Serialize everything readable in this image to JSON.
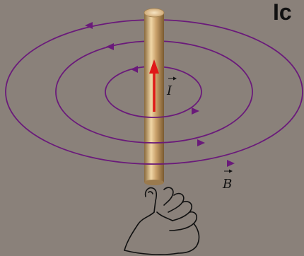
{
  "labels": {
    "current": "I",
    "field": "B",
    "corner_fragment": "Ic"
  },
  "colors": {
    "background": "#8a817a",
    "field_lines": "#6a1a7a",
    "current_arrow": "#e01818",
    "conductor_light": "#f0d6a6",
    "conductor_dark": "#8a6a3e",
    "hand_outline": "#111111"
  },
  "icons": {
    "conductor": "vertical-wire-icon",
    "hand": "right-hand-grip-icon"
  }
}
